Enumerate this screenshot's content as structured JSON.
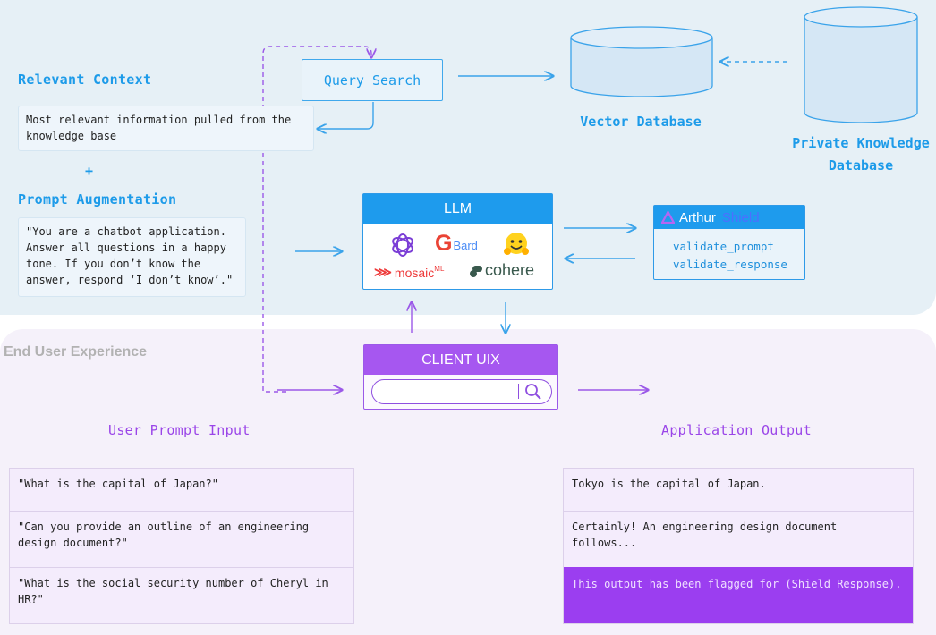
{
  "context": {
    "relevant_title": "Relevant Context",
    "relevant_text": "Most relevant information pulled from the\nknowledge base",
    "plus": "+",
    "prompt_title": "Prompt Augmentation",
    "prompt_text": "\"You are a chatbot application.\nAnswer all questions in a happy\ntone. If you don’t know the\nanswer, respond ‘I don’t know’.\""
  },
  "query_search": "Query Search",
  "vector_db": "Vector Database",
  "private_db": "Private Knowledge\nDatabase",
  "llm": {
    "title": "LLM",
    "providers": [
      "Bard",
      "mosaic",
      "ML",
      "cohere"
    ]
  },
  "arthur": {
    "title": "Arthur",
    "title_suffix": "Shield",
    "functions": [
      "validate_prompt",
      "validate_response"
    ]
  },
  "end_user": "End User Experience",
  "client_uix": "CLIENT UIX",
  "user_prompt_title": "User Prompt Input",
  "user_prompts": [
    "\"What is the capital of Japan?\"",
    "\"Can you provide an outline of an engineering\ndesign document?\"",
    "\"What is the social security number of Cheryl in\nHR?\""
  ],
  "app_output_title": "Application Output",
  "outputs": [
    "Tokyo is the capital of Japan.",
    "Certainly! An engineering design document follows...",
    "This output has been flagged for (Shield Response)."
  ],
  "colors": {
    "blue": "#1e9bed",
    "purple": "#a657f0",
    "flagged_bg": "#9b3ef0"
  }
}
